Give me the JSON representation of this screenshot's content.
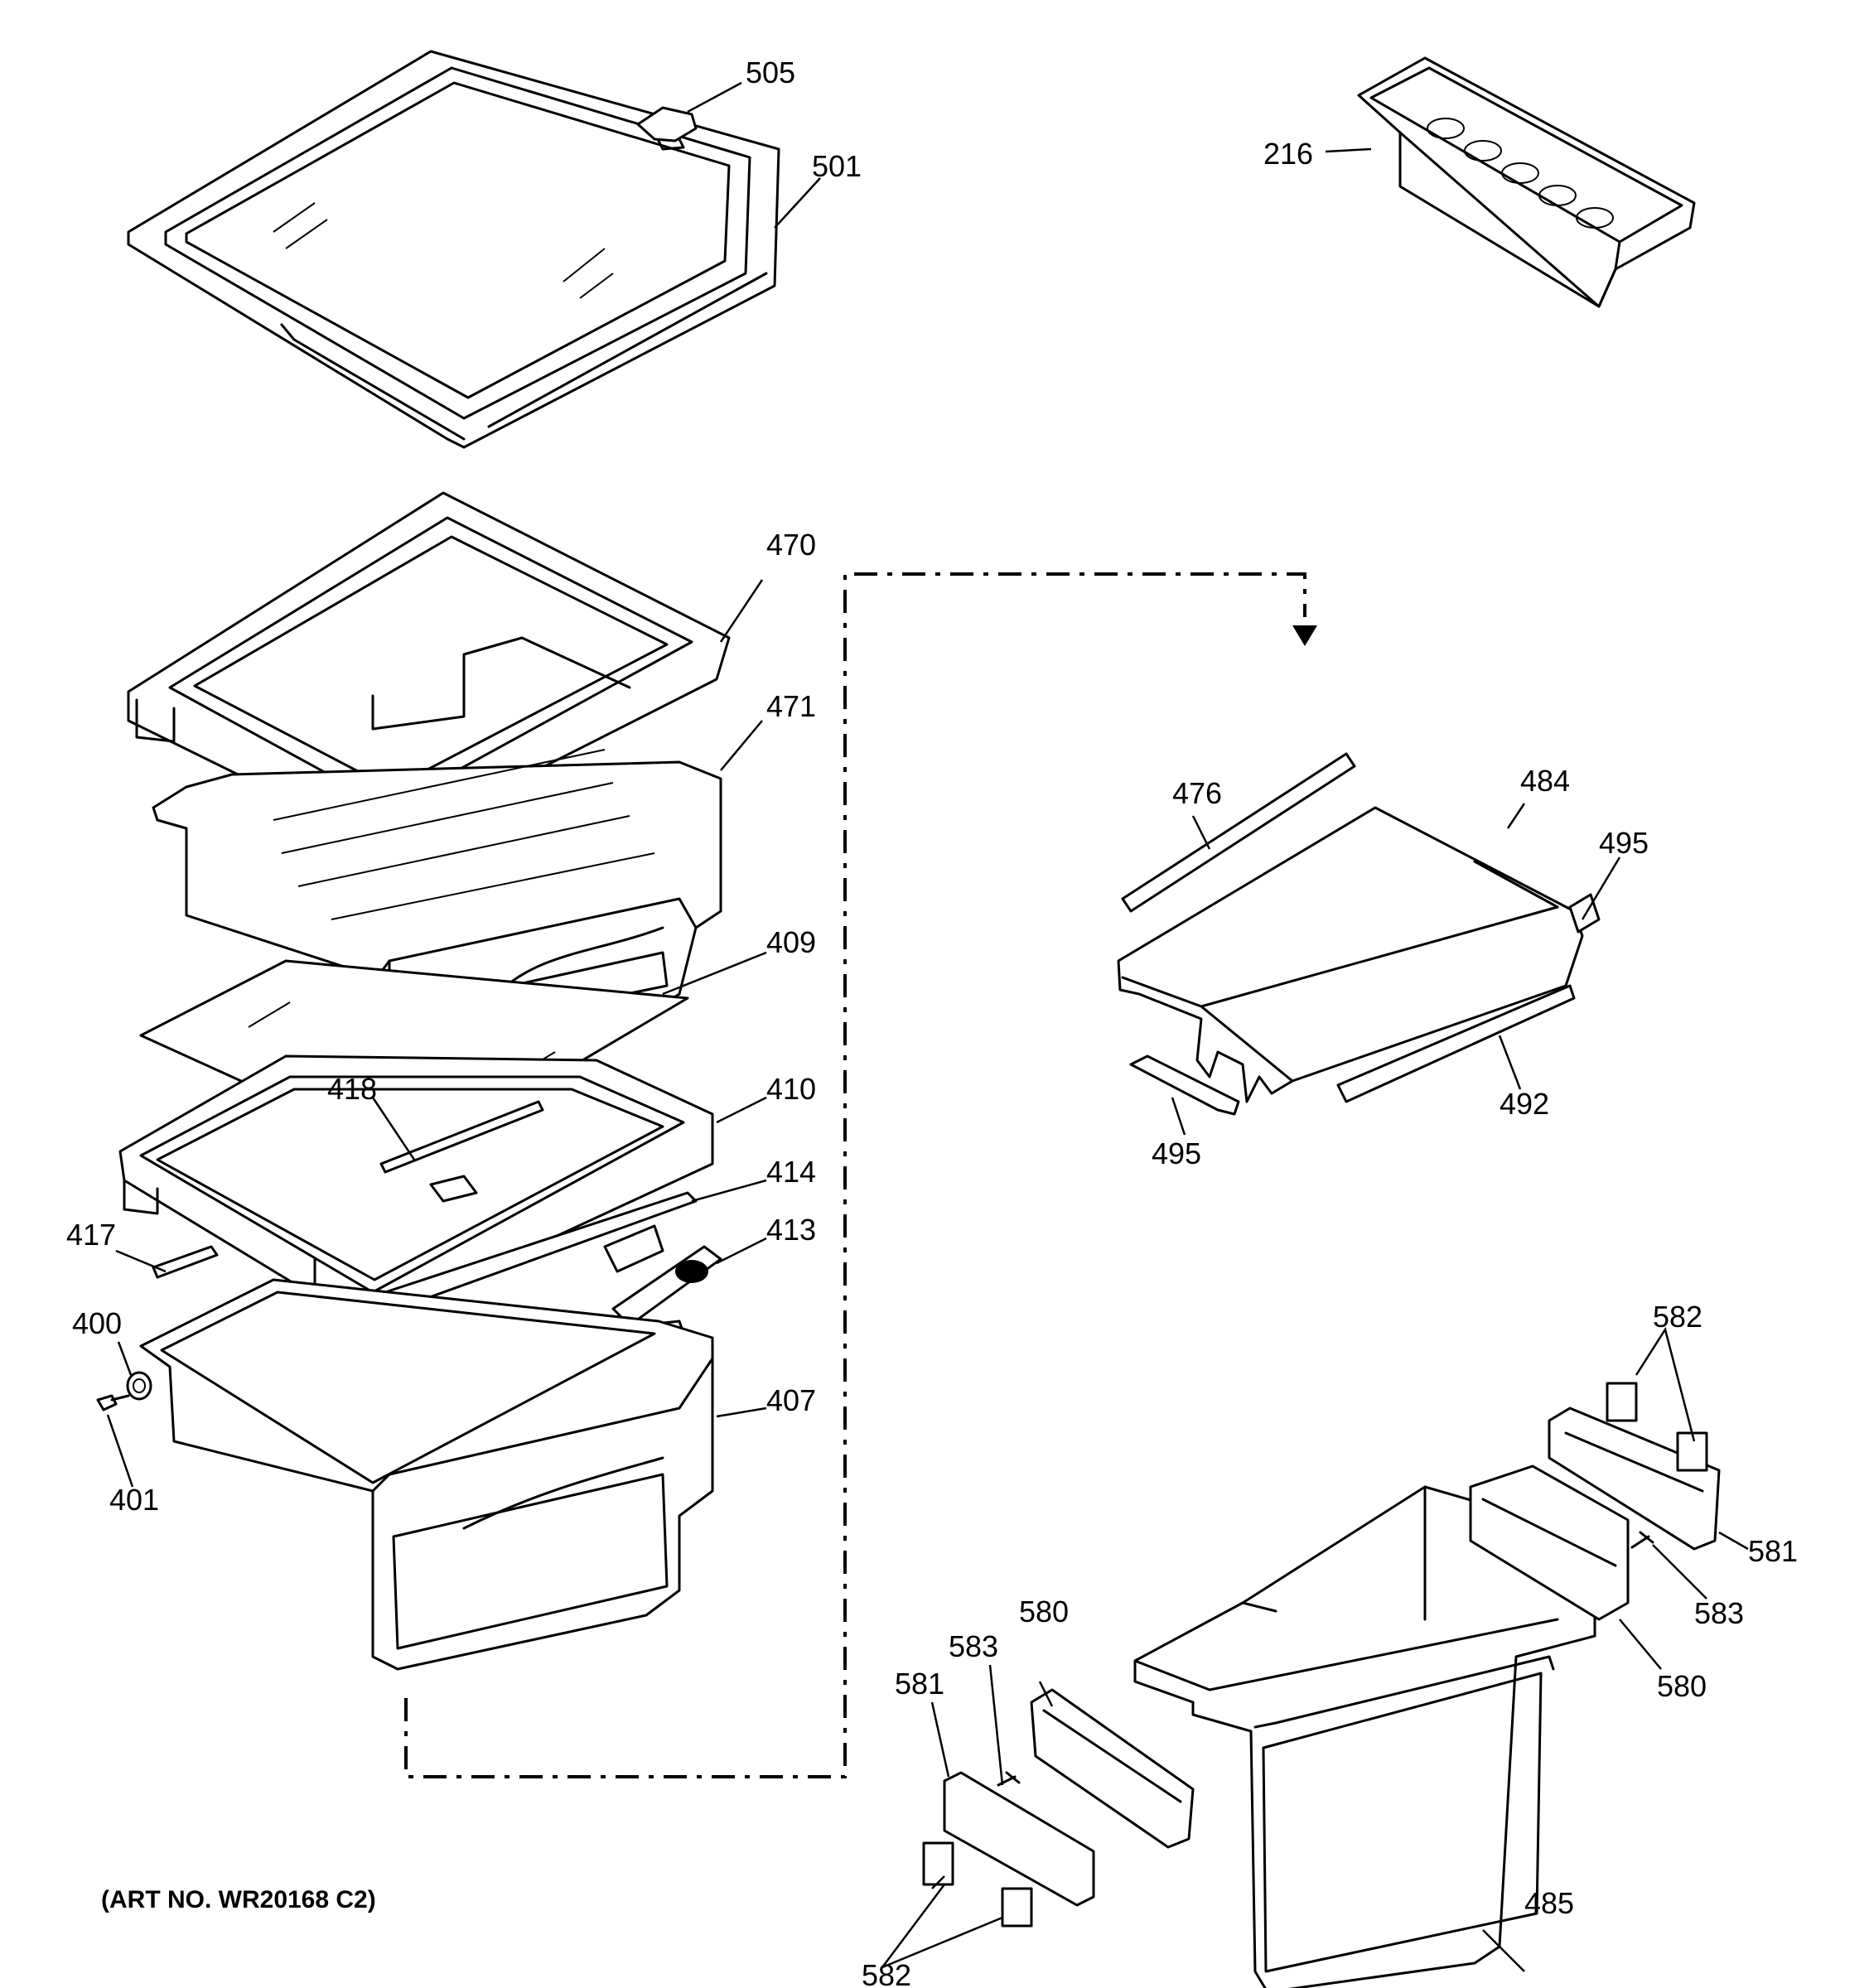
{
  "diagram": {
    "art_number": "(ART NO. WR20168 C2)",
    "part_labels": {
      "p505": "505",
      "p501": "501",
      "p216": "216",
      "p470": "470",
      "p471": "471",
      "p409": "409",
      "p418": "418",
      "p410": "410",
      "p414": "414",
      "p413": "413",
      "p417": "417",
      "p400": "400",
      "p401": "401",
      "p407": "407",
      "p476": "476",
      "p484": "484",
      "p495a": "495",
      "p492": "492",
      "p495b": "495",
      "p582a": "582",
      "p581a": "581",
      "p583a": "583",
      "p580a": "580",
      "p580b": "580",
      "p583b": "583",
      "p581b": "581",
      "p582b": "582",
      "p485": "485"
    }
  }
}
